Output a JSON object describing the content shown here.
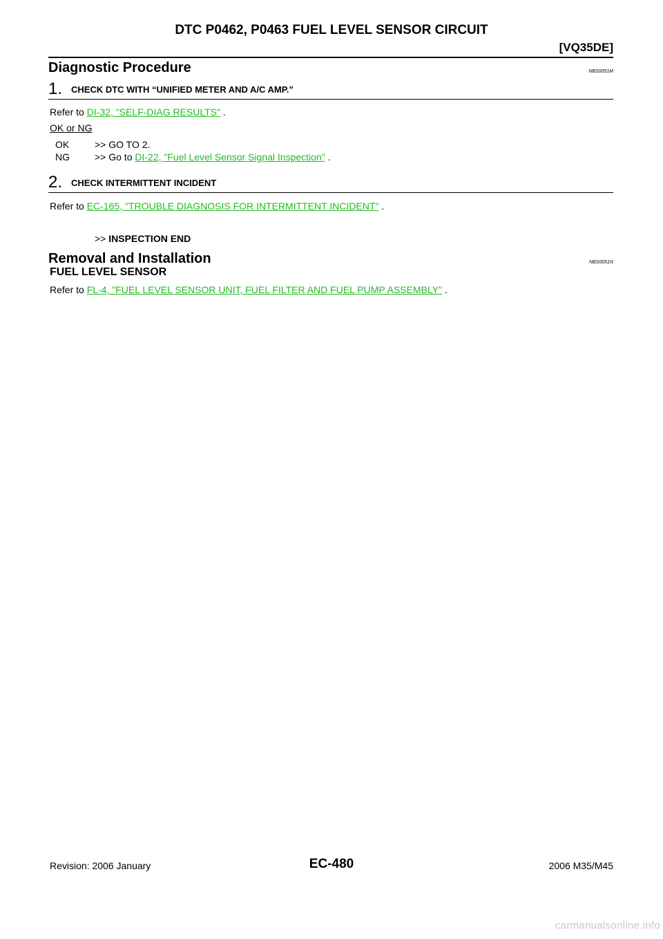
{
  "header": {
    "title": "DTC P0462, P0463 FUEL LEVEL SENSOR CIRCUIT",
    "engine": "[VQ35DE]"
  },
  "diagnostic": {
    "title": "Diagnostic Procedure",
    "code": "NBS0051M",
    "step1": {
      "num": "1.",
      "title": "CHECK DTC WITH “UNIFIED METER AND A/C AMP.”",
      "refer_prefix": "Refer to ",
      "refer_link": "DI-32, \"SELF-DIAG RESULTS\"",
      "refer_suffix": " .",
      "ok_ng": "OK or NG",
      "ok_label": "OK",
      "ok_text": ">> GO TO 2.",
      "ng_label": "NG",
      "ng_prefix": ">> Go to ",
      "ng_link": "DI-22, \"Fuel Level Sensor Signal Inspection\"",
      "ng_suffix": " ."
    },
    "step2": {
      "num": "2.",
      "title": "CHECK INTERMITTENT INCIDENT",
      "refer_prefix": "Refer to ",
      "refer_link": "EC-165, \"TROUBLE DIAGNOSIS FOR INTERMITTENT INCIDENT\"",
      "refer_suffix": " .",
      "end_prefix": ">> ",
      "end_text": "INSPECTION END"
    }
  },
  "removal": {
    "title": "Removal and Installation",
    "code": "NBS0051N",
    "subhead": "FUEL LEVEL SENSOR",
    "refer_prefix": "Refer to ",
    "refer_link": "FL-4, \"FUEL LEVEL SENSOR UNIT, FUEL FILTER AND FUEL PUMP ASSEMBLY\"",
    "refer_suffix": " ."
  },
  "footer": {
    "revision": "Revision: 2006 January",
    "page": "EC-480",
    "model": "2006 M35/M45"
  },
  "watermark": "carmanualsonline.info",
  "colors": {
    "link": "#22bb22"
  }
}
